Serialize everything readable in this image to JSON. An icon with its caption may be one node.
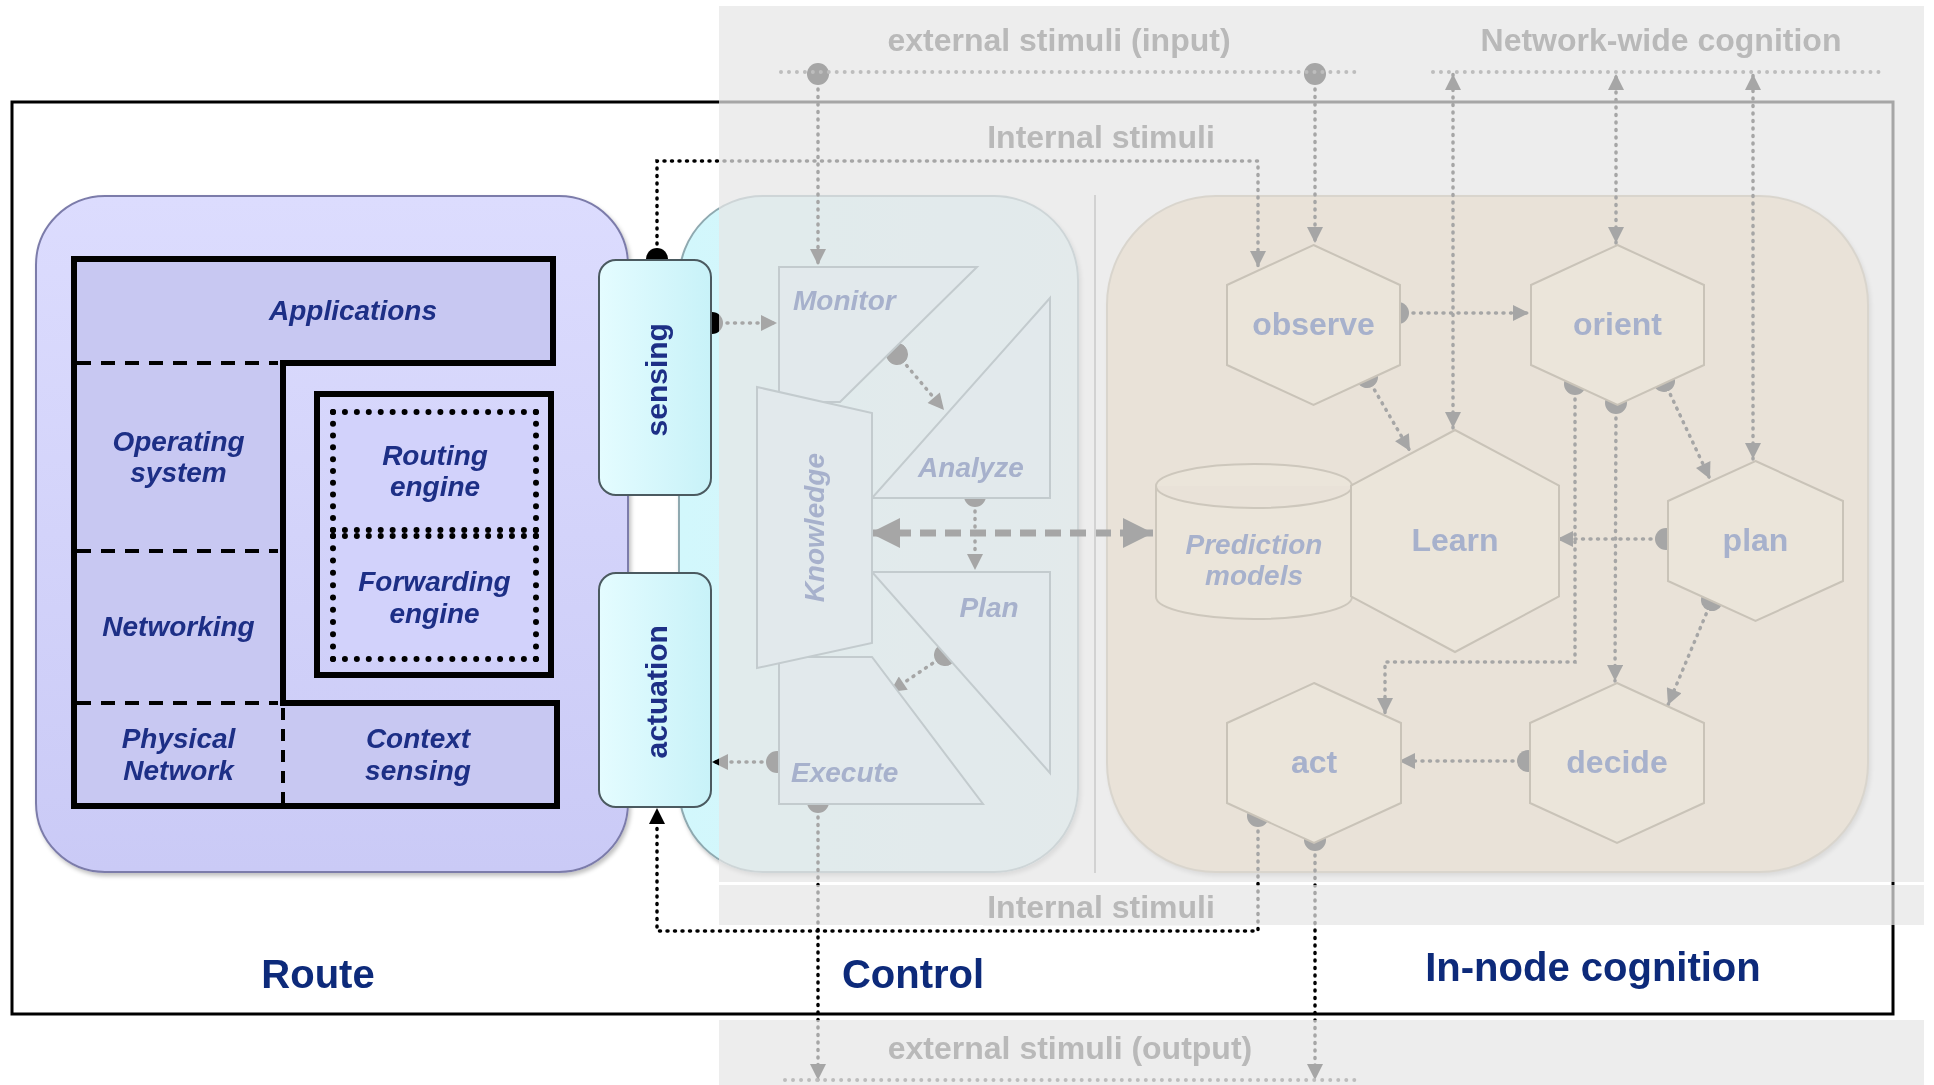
{
  "diagram": {
    "nodes": [
      {
        "text": [],
        "shape": "box"
      },
      {
        "text": [
          "Applications"
        ],
        "in": 0
      },
      {
        "text": [
          "Operating system"
        ],
        "in": 0
      },
      {
        "text": [
          "Networking"
        ],
        "in": 0
      },
      {
        "text": [
          "Physical Network"
        ],
        "in": 0
      },
      {
        "text": [
          "Routing engine"
        ],
        "in": 0
      },
      {
        "text": [
          "Forwarding engine"
        ],
        "in": 0
      },
      {
        "text": [
          "Context sensing"
        ],
        "in": 0
      },
      {
        "text": [
          "sensing"
        ]
      },
      {
        "text": [
          "actuation"
        ]
      },
      {
        "text": [],
        "shape": "box"
      },
      {
        "text": [
          "Monitor"
        ],
        "in": 10
      },
      {
        "text": [
          "Analyze"
        ],
        "in": 10
      },
      {
        "text": [
          "Plan"
        ],
        "in": 10
      },
      {
        "text": [
          "Execute"
        ],
        "in": 10
      },
      {
        "text": [
          "Knowledge"
        ],
        "in": 10
      },
      {
        "text": [],
        "shape": "box"
      },
      {
        "text": [
          "observe"
        ],
        "in": 16
      },
      {
        "text": [
          "orient"
        ],
        "in": 16
      },
      {
        "text": [
          "Prediction models"
        ],
        "in": 16
      },
      {
        "text": [
          "Learn"
        ],
        "in": 16
      },
      {
        "text": [
          "plan"
        ],
        "in": 16
      },
      {
        "text": [
          "act"
        ],
        "in": 16
      },
      {
        "text": [
          "decide"
        ],
        "in": 16
      },
      {
        "text": [
          "external stimuli (input)"
        ]
      },
      {
        "text": [
          "Network-wide cognition"
        ]
      },
      {
        "text": [
          "external stimuli (output)"
        ]
      }
    ],
    "edges": [
      {
        "from": 24,
        "to": 11,
        "arrow": "to"
      },
      {
        "from": 24,
        "to": 17,
        "arrow": "to"
      },
      {
        "from": 8,
        "to": 11,
        "arrow": "to"
      },
      {
        "from": 8,
        "to": 17,
        "arrow": "to",
        "label": "Internal stimuli"
      },
      {
        "from": 14,
        "to": 9,
        "arrow": "to"
      },
      {
        "from": 22,
        "to": 9,
        "arrow": "to",
        "label": "Internal stimuli"
      },
      {
        "from": 11,
        "to": 12,
        "arrow": "to"
      },
      {
        "from": 12,
        "to": 13,
        "arrow": "to"
      },
      {
        "from": 13,
        "to": 14,
        "arrow": "to"
      },
      {
        "from": 14,
        "to": 26,
        "arrow": "to"
      },
      {
        "from": 15,
        "to": 19,
        "arrow": "both",
        "style": "dashed"
      },
      {
        "from": 17,
        "to": 18,
        "arrow": "to"
      },
      {
        "from": 17,
        "to": 20,
        "arrow": "to"
      },
      {
        "from": 18,
        "to": 22,
        "arrow": "to"
      },
      {
        "from": 18,
        "to": 23,
        "arrow": "to"
      },
      {
        "from": 18,
        "to": 21,
        "arrow": "to"
      },
      {
        "from": 21,
        "to": 20,
        "arrow": "to"
      },
      {
        "from": 21,
        "to": 23,
        "arrow": "to"
      },
      {
        "from": 23,
        "to": 22,
        "arrow": "to"
      },
      {
        "from": 22,
        "to": 26,
        "arrow": "to"
      },
      {
        "from": 20,
        "to": 25,
        "arrow": "both"
      },
      {
        "from": 18,
        "to": 25,
        "arrow": "both"
      },
      {
        "from": 21,
        "to": 25,
        "arrow": "both"
      }
    ],
    "labels": [
      "Route",
      "Control",
      "In-node cognition"
    ]
  }
}
